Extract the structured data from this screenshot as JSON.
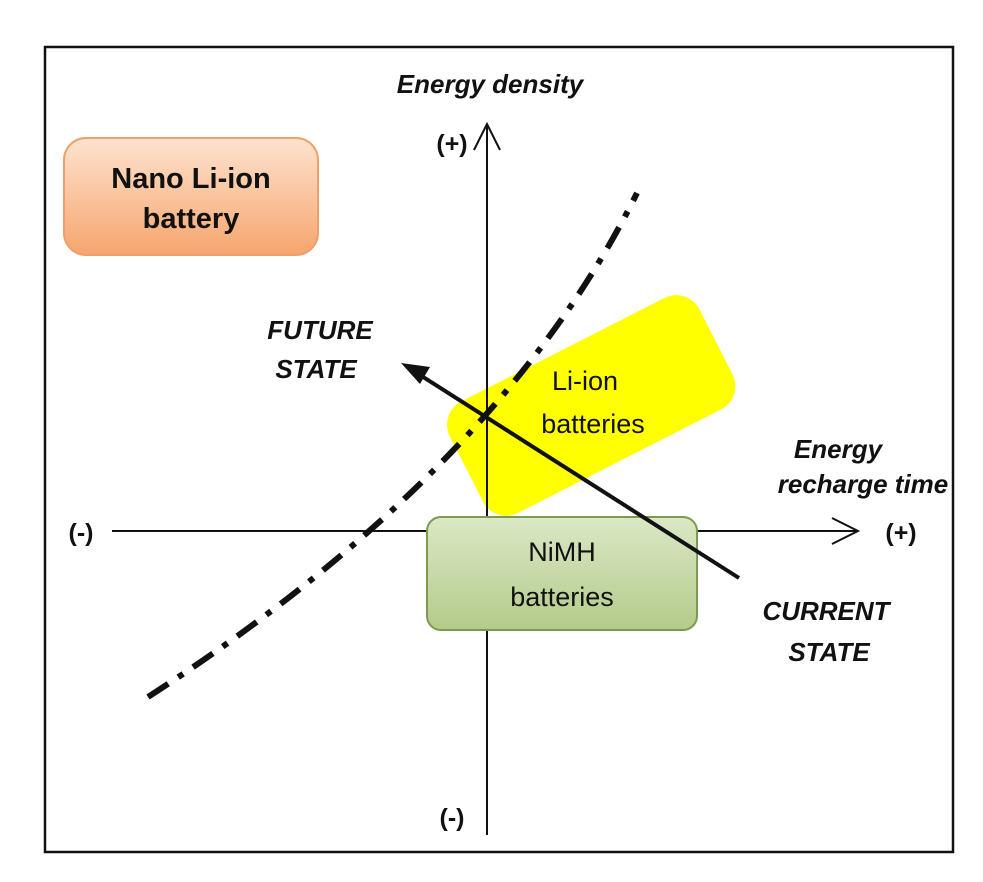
{
  "axes": {
    "y_title": "Energy density",
    "x_title_line1": "Energy",
    "x_title_line2": "recharge time",
    "y_plus": "(+)",
    "y_minus": "(-)",
    "x_plus": "(+)",
    "x_minus": "(-)"
  },
  "boxes": {
    "nano": {
      "line1": "Nano Li-ion",
      "line2": "battery",
      "fill": "#f9b98a",
      "stroke": "#e8955a"
    },
    "liion": {
      "line1": "Li-ion",
      "line2": "batteries",
      "fill": "#ffff00"
    },
    "nimh": {
      "line1": "NiMH",
      "line2": "batteries",
      "fill": "#c3d7a1",
      "stroke": "#7f9b55"
    }
  },
  "states": {
    "future_line1": "FUTURE",
    "future_line2": "STATE",
    "current_line1": "CURRENT",
    "current_line2": "STATE"
  }
}
